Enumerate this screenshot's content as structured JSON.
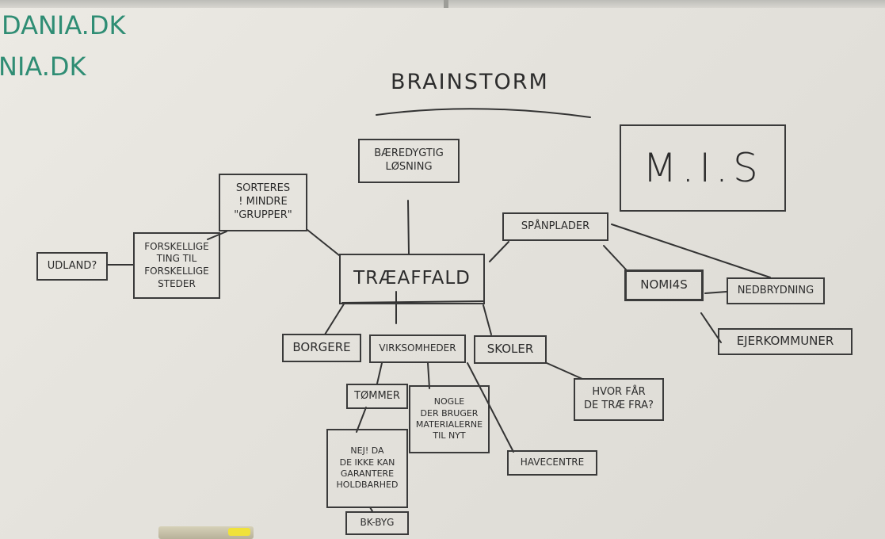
{
  "whiteboard": {
    "corner_text": [
      "DANIA.DK",
      "NIA.DK"
    ],
    "title": "BRAINSTORM",
    "mis_box": "M.I.S",
    "center": "TRÆAFFALD",
    "nodes": {
      "baeredygtig": "Bæredygtig\nløsning",
      "sorteres": "Sorteres\n! mindre\n\"grupper\"",
      "forskellige": "Forskellige\nting til\nforskellige\nsteder",
      "udland": "UDLAND?",
      "spanplader": "SPÅNPLADER",
      "nomi4s": "NOMI4S",
      "nedbrydning": "NEDBRYDNING",
      "ejerkommuner": "EJERKOMMUNER",
      "borgere": "BORGERE",
      "virksomheder": "VIRKSOMHEDER",
      "skoler": "SKOLER",
      "hvor_far": "Hvor får\nde træ fra?",
      "tommer": "TØMMER",
      "nogle": "Nogle\nder bruger\nmaterialerne\ntil nyt",
      "havecentre": "HAVECENTRE",
      "nej": "Nej! Da\nde ikke kan\ngarantere\nholdbarhed",
      "bkbyg": "BK-BYG"
    }
  },
  "colors": {
    "ink": "#2c2c2c",
    "green_marker": "#2f8d74",
    "board": "#e8e6e0",
    "yellow_marker": "#f0e23a"
  }
}
